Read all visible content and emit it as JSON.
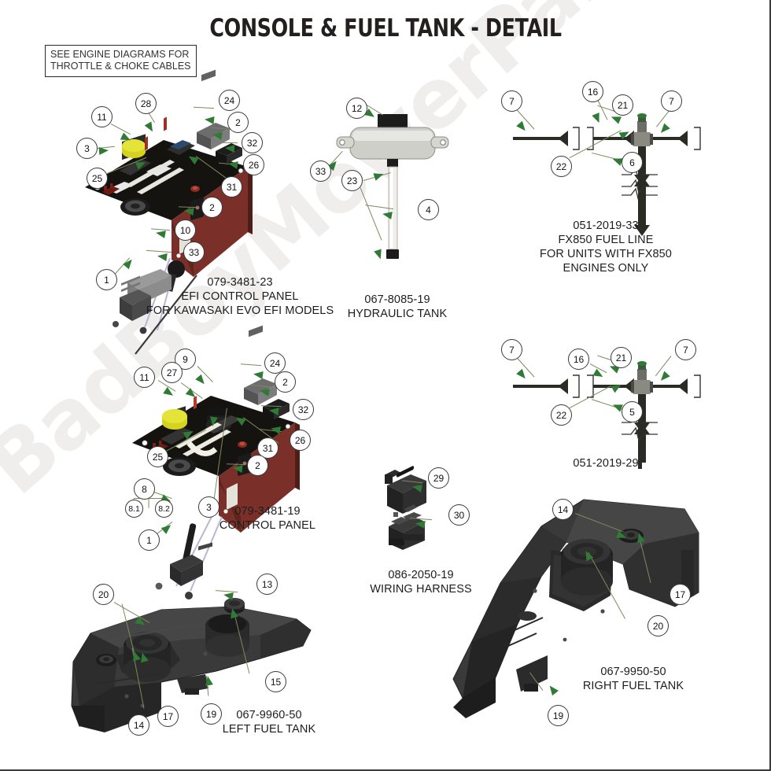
{
  "page": {
    "title": "CONSOLE & FUEL TANK - DETAIL",
    "watermark": "BadBoyMowerParts.com",
    "background_color": "#ffffff",
    "border_color": "#3b3b3b"
  },
  "note_box": {
    "line1": "SEE ENGINE DIAGRAMS FOR",
    "line2": "THROTTLE & CHOKE CABLES"
  },
  "colors": {
    "bubble_fill": "#ffffff",
    "bubble_stroke": "#3a3a3a",
    "leader_line": "#7c8a5e",
    "arrow": "#2f7a34",
    "console_face": "#7a3028",
    "console_top": "#15130f",
    "tank_body": "#3a3a3a",
    "tank_dark": "#232323",
    "hydraulic_tank": "#c9c9c4",
    "fuel_line": "#2b2b26",
    "yellow_knob": "#d4d41f",
    "text": "#1d1d1d"
  },
  "assemblies": [
    {
      "id": "efi-control-panel",
      "part_number": "079-3481-23",
      "name": "EFI CONTROL  PANEL",
      "note": "FOR KAWASAKI EVO EFI MODELS",
      "callouts": [
        "28",
        "24",
        "11",
        "2",
        "32",
        "3",
        "26",
        "31",
        "25",
        "2",
        "10",
        "33",
        "1"
      ]
    },
    {
      "id": "hydraulic-tank",
      "part_number": "067-8085-19",
      "name": "HYDRAULIC TANK",
      "note": "",
      "callouts": [
        "12",
        "33",
        "23",
        "4"
      ]
    },
    {
      "id": "fx850-fuel-line",
      "part_number": "051-2019-33",
      "name": "FX850 FUEL LINE",
      "note": "FOR UNITS WITH FX850",
      "note2": "ENGINES ONLY",
      "callouts": [
        "7",
        "16",
        "21",
        "7",
        "22",
        "6"
      ]
    },
    {
      "id": "control-panel",
      "part_number": "079-3481-19",
      "name": "CONTROL PANEL",
      "note": "",
      "callouts": [
        "9",
        "27",
        "24",
        "11",
        "2",
        "32",
        "26",
        "25",
        "31",
        "2",
        "3",
        "8",
        "8.1",
        "8.2",
        "1"
      ]
    },
    {
      "id": "fuel-line-29",
      "part_number": "051-2019-29",
      "name": "",
      "note": "",
      "callouts": [
        "7",
        "16",
        "21",
        "7",
        "22",
        "5"
      ]
    },
    {
      "id": "wiring-harness",
      "part_number": "086-2050-19",
      "name": "WIRING HARNESS",
      "note": "",
      "callouts": [
        "29",
        "30"
      ]
    },
    {
      "id": "left-fuel-tank",
      "part_number": "067-9960-50",
      "name": "LEFT FUEL TANK",
      "note": "",
      "callouts": [
        "20",
        "13",
        "15",
        "17",
        "14",
        "19"
      ]
    },
    {
      "id": "right-fuel-tank",
      "part_number": "067-9950-50",
      "name": "RIGHT FUEL TANK",
      "note": "",
      "callouts": [
        "14",
        "17",
        "20",
        "19"
      ]
    }
  ],
  "callouts": {
    "efi": {
      "c28": "28",
      "c24": "24",
      "c11": "11",
      "c2a": "2",
      "c32": "32",
      "c3": "3",
      "c26": "26",
      "c31": "31",
      "c25": "25",
      "c2b": "2",
      "c10": "10",
      "c33": "33",
      "c1": "1"
    },
    "hyd": {
      "c12": "12",
      "c33": "33",
      "c23": "23",
      "c4": "4"
    },
    "fx850": {
      "c7a": "7",
      "c16": "16",
      "c21": "21",
      "c7b": "7",
      "c22": "22",
      "c6": "6"
    },
    "panel": {
      "c9": "9",
      "c27": "27",
      "c24": "24",
      "c11": "11",
      "c2a": "2",
      "c32": "32",
      "c26": "26",
      "c25": "25",
      "c31": "31",
      "c2b": "2",
      "c3": "3",
      "c8": "8",
      "c81": "8.1",
      "c82": "8.2",
      "c1": "1"
    },
    "line29": {
      "c7a": "7",
      "c16": "16",
      "c21": "21",
      "c7b": "7",
      "c22": "22",
      "c5": "5"
    },
    "harness": {
      "c29": "29",
      "c30": "30"
    },
    "left_tank": {
      "c20": "20",
      "c13": "13",
      "c15": "15",
      "c17": "17",
      "c14": "14",
      "c19": "19"
    },
    "right_tank": {
      "c14": "14",
      "c17": "17",
      "c20": "20",
      "c19": "19"
    }
  }
}
